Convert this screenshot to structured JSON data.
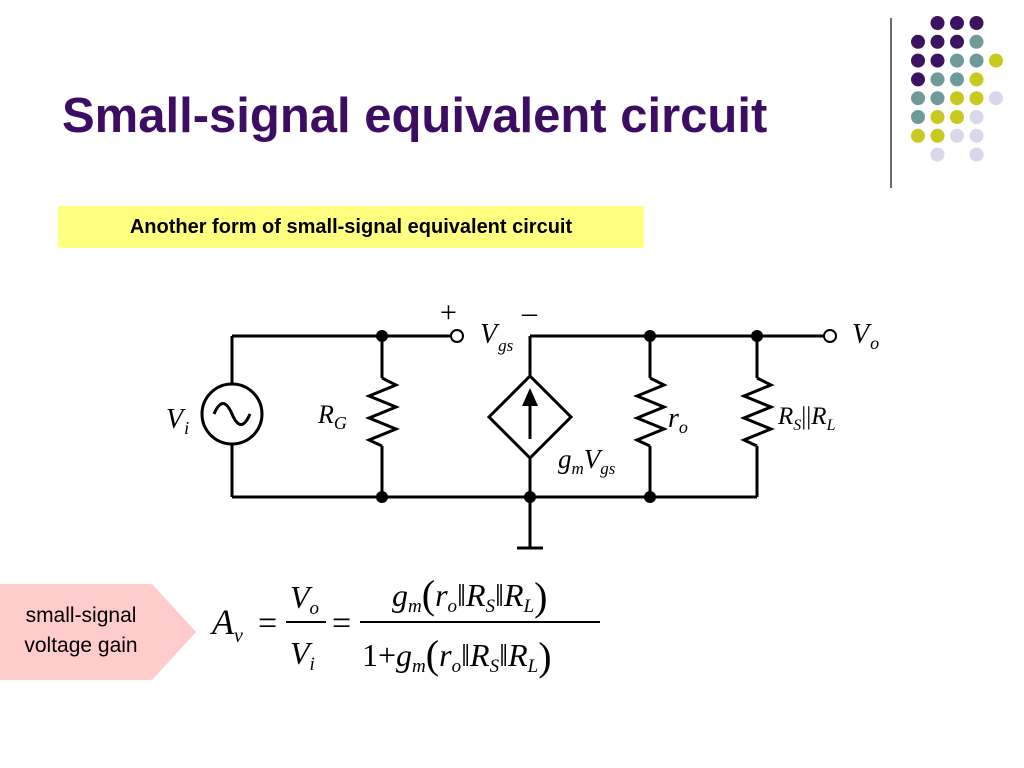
{
  "slide": {
    "title": "Small-signal equivalent circuit",
    "subtitle": "Another form of small-signal equivalent circuit",
    "callout_line1": "small-signal",
    "callout_line2": "voltage gain"
  },
  "circuit": {
    "vi_label": "V",
    "vi_sub": "i",
    "rg_label": "R",
    "rg_sub": "G",
    "plus_sign": "+",
    "minus_sign": "–",
    "vgs_label": "V",
    "vgs_sub": "gs",
    "ro_label": "r",
    "ro_sub": "o",
    "rsrl_r1": "R",
    "rsrl_s": "S",
    "rsrl_par": "||",
    "rsrl_r2": "R",
    "rsrl_l": "L",
    "gm_g": "g",
    "gm_m": "m",
    "gm_v": "V",
    "gm_gs": "gs",
    "vo_label": "V",
    "vo_sub": "o"
  },
  "formula": {
    "av": "A",
    "av_sub": "v",
    "eq": "=",
    "vo": "V",
    "vo_sub": "o",
    "vi": "V",
    "vi_sub": "i",
    "g": "g",
    "m": "m",
    "r": "r",
    "o": "o",
    "R": "R",
    "S": "S",
    "L": "L",
    "one_plus": "1+",
    "lparen": "(",
    "rparen": ")",
    "par": "‖"
  },
  "colors": {
    "title": "#3d0c63",
    "subtitle_bg": "#ffff80",
    "callout_bg": "#ffcccc",
    "dot_purple": "#3d1260",
    "dot_teal": "#6f9a9a",
    "dot_yellow": "#c8c81e",
    "dot_lavender": "#d8d8ea"
  }
}
